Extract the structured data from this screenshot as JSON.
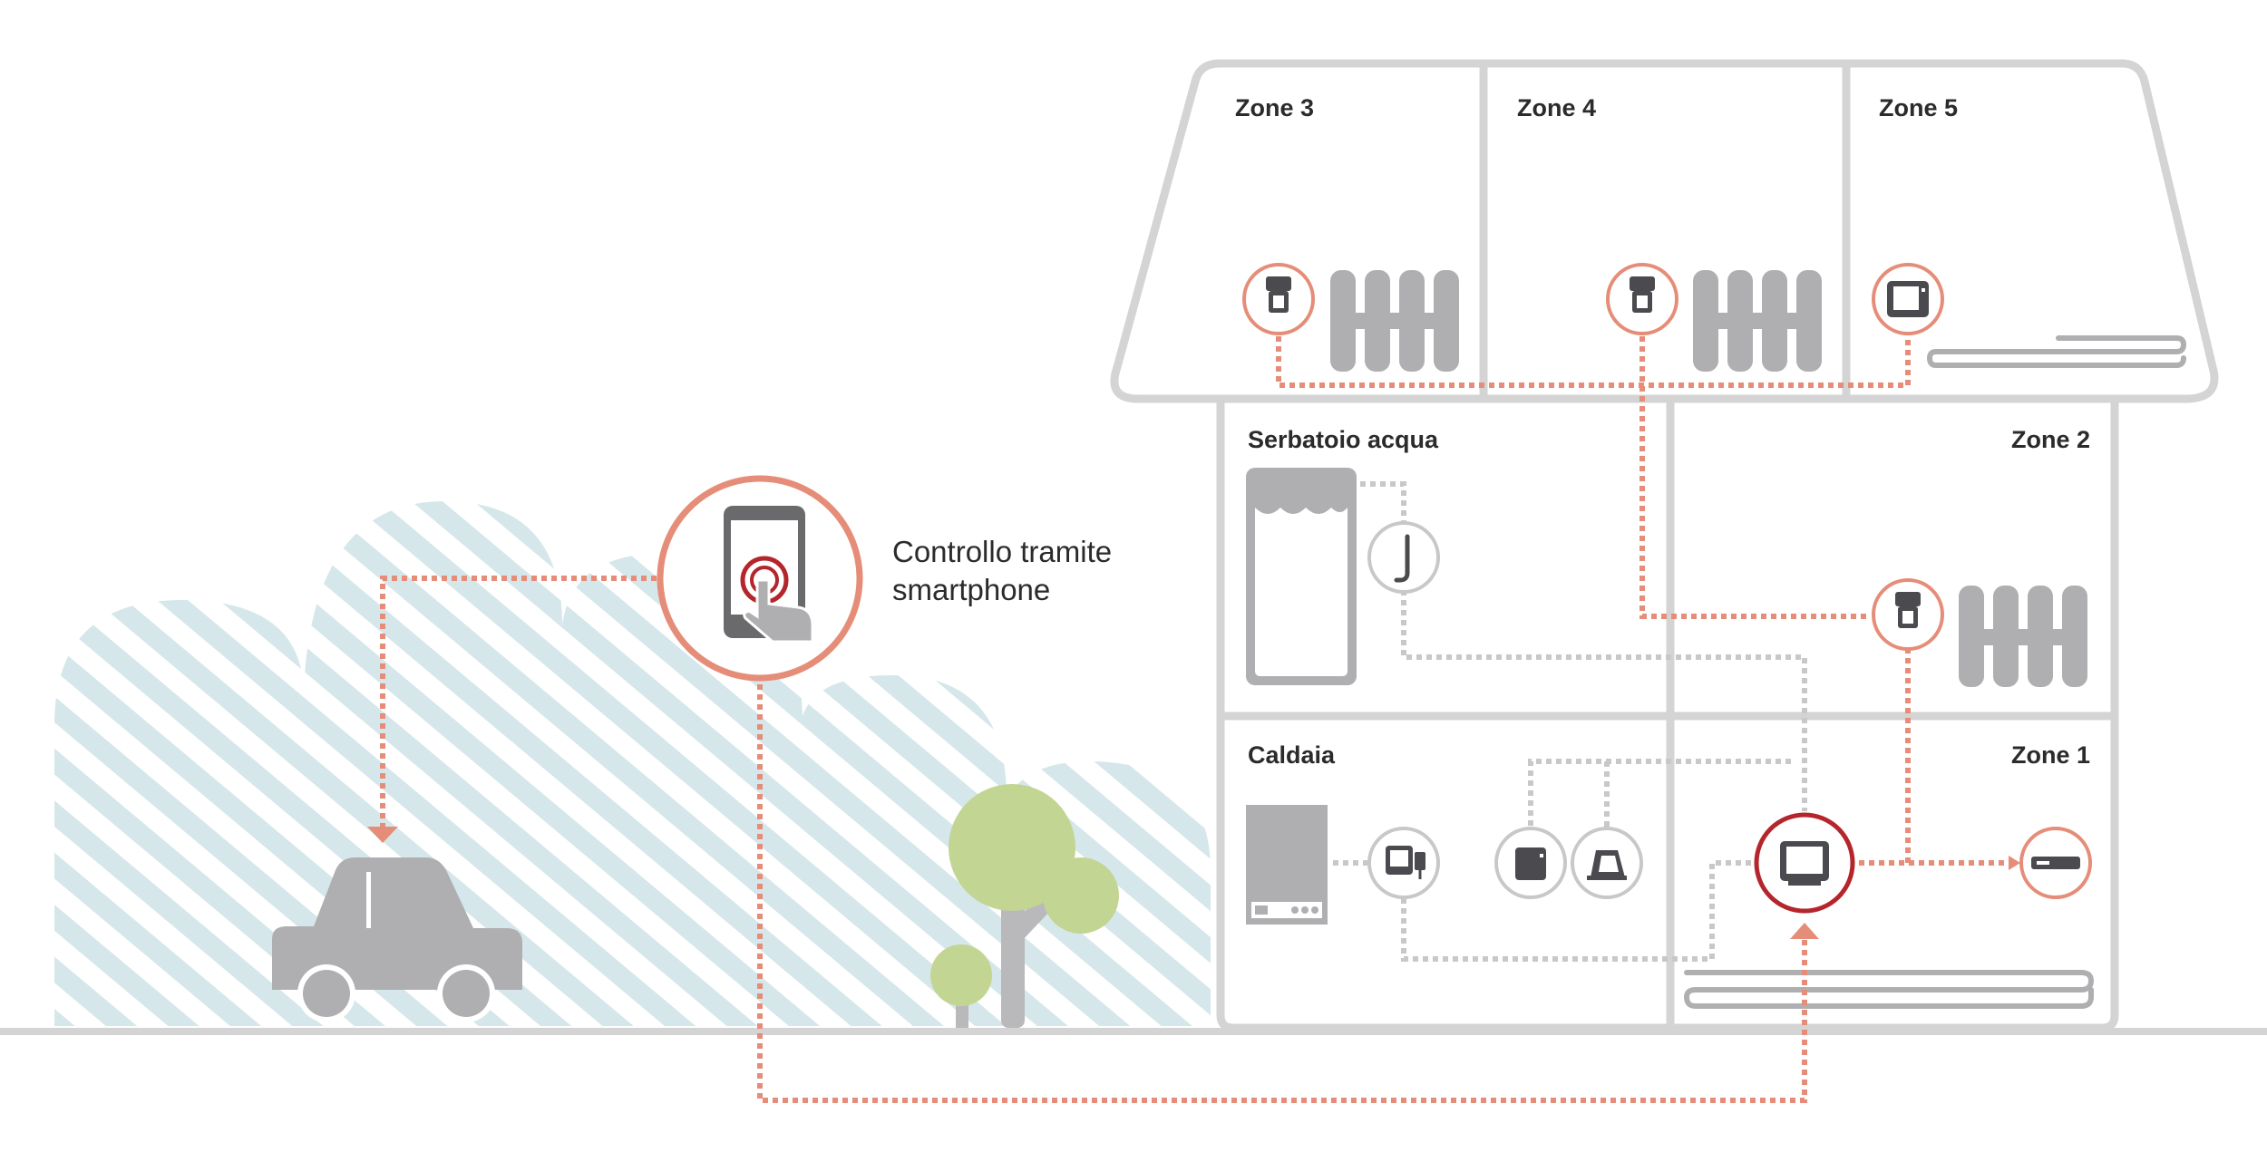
{
  "labels": {
    "zone3": "Zone 3",
    "zone4": "Zone 4",
    "zone5": "Zone 5",
    "zone2": "Zone 2",
    "zone1": "Zone 1",
    "water_tank": "Serbatoio acqua",
    "boiler": "Caldaia"
  },
  "smartphone": {
    "line1": "Controllo tramite",
    "line2": "smartphone"
  },
  "colors": {
    "house_outline": "#d4d4d4",
    "device_gray": "#afafb1",
    "accent_salmon": "#e58d78",
    "accent_red": "#b4262c",
    "tree_green": "#c3d593",
    "tree_trunk": "#b9b9bb",
    "bush_stripe": "#d5e7ea",
    "dotted_gray": "#c8c8c8"
  },
  "icons": [
    "thermostat-head-icon",
    "radiator-icon",
    "underfloor-heating-icon",
    "smartphone-touch-icon",
    "car-icon",
    "tree-icon",
    "boiler-icon",
    "water-tank-icon",
    "sensor-probe-icon",
    "control-unit-icon",
    "router-icon",
    "wall-thermostat-icon",
    "relay-box-icon"
  ]
}
